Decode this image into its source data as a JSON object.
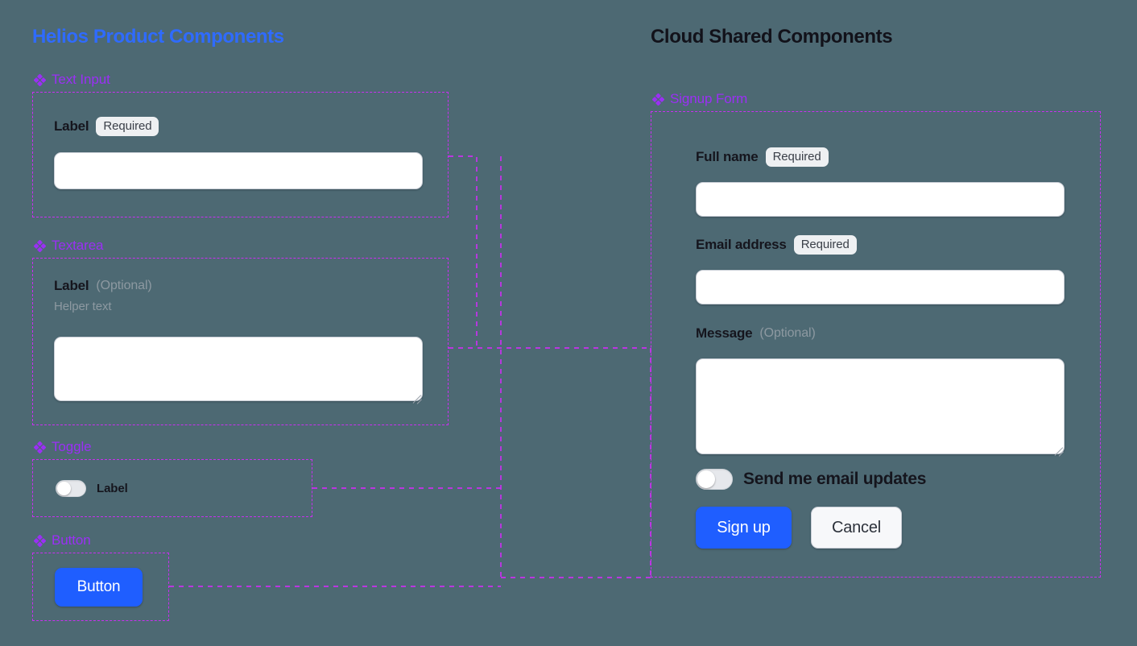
{
  "columns": {
    "left": {
      "title": "Helios Product Components"
    },
    "right": {
      "title": "Cloud Shared Components"
    }
  },
  "icons": {
    "component": "diamond-cluster-icon",
    "resize": "resize-grip-icon"
  },
  "colors": {
    "background": "#4d6973",
    "left_title": "#2f6bff",
    "right_title": "#12121a",
    "component_label": "#9b2ff5",
    "frame_border": "#c92ff0",
    "connector": "#c92ff0",
    "primary_button": "#1f5eff",
    "badge_bg": "#eef0f2",
    "muted_text": "#8d99a1"
  },
  "left_components": [
    {
      "name": "Text Input",
      "label": "Label",
      "badge": "Required",
      "input_value": "",
      "input_placeholder": ""
    },
    {
      "name": "Textarea",
      "label": "Label",
      "optional": "(Optional)",
      "helper": "Helper text",
      "textarea_value": "",
      "textarea_placeholder": ""
    },
    {
      "name": "Toggle",
      "label": "Label",
      "state": "off"
    },
    {
      "name": "Button",
      "label": "Button"
    }
  ],
  "right_component": {
    "name": "Signup Form",
    "fields": [
      {
        "label": "Full name",
        "badge": "Required",
        "value": "",
        "placeholder": ""
      },
      {
        "label": "Email address",
        "badge": "Required",
        "value": "",
        "placeholder": ""
      },
      {
        "label": "Message",
        "optional": "(Optional)",
        "value": "",
        "placeholder": ""
      }
    ],
    "toggle": {
      "label": "Send me email updates",
      "state": "off"
    },
    "actions": {
      "primary": "Sign up",
      "secondary": "Cancel"
    }
  }
}
